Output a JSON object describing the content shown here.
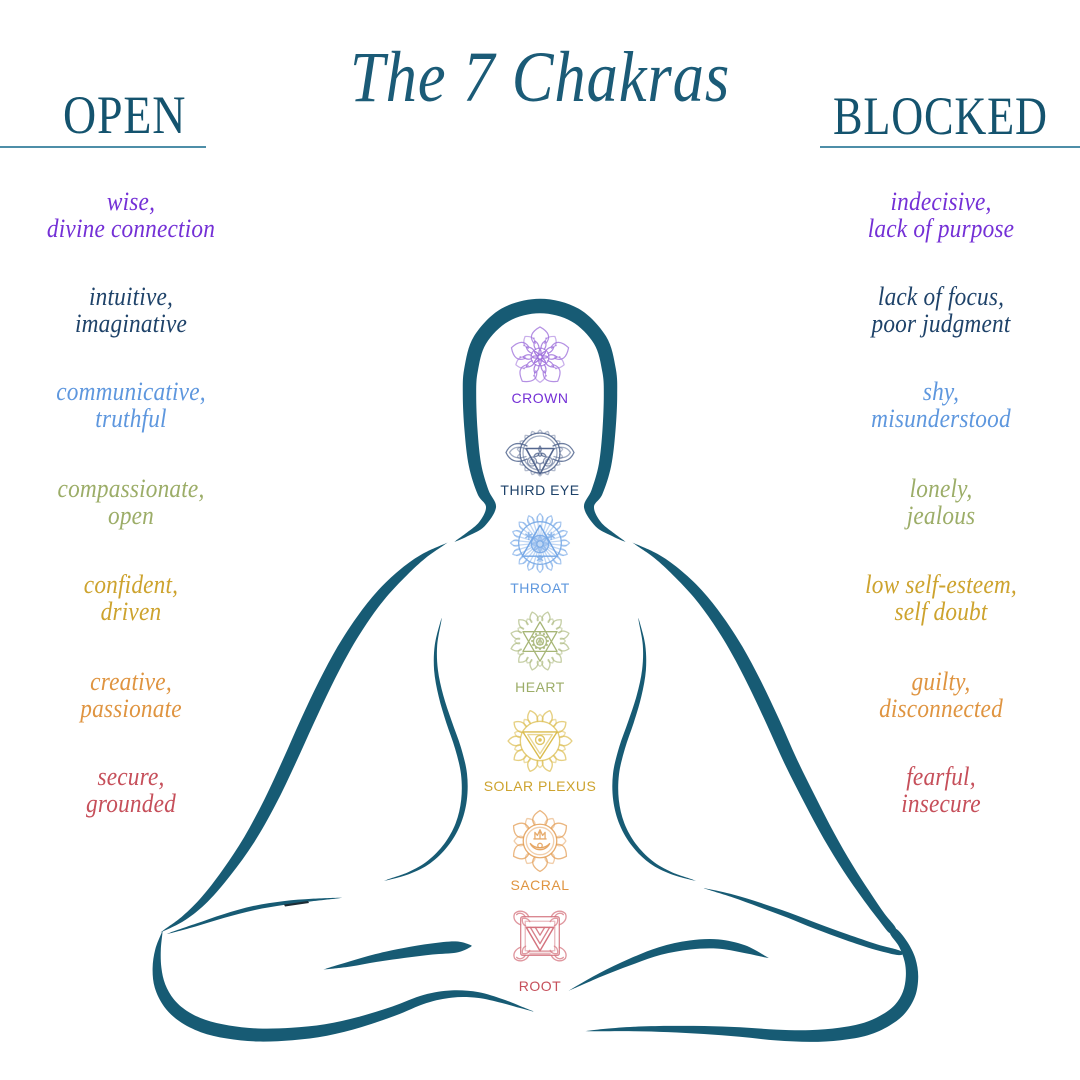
{
  "title": "The 7 Chakras",
  "title_color": "#1B5B77",
  "columns": {
    "open": {
      "heading": "OPEN"
    },
    "blocked": {
      "heading": "BLOCKED"
    }
  },
  "figure": {
    "description": "meditating person in lotus pose",
    "stroke_color": "#175B74"
  },
  "heading_color": "#14536E",
  "underline_color": "#4E8EA8",
  "chakras": [
    {
      "id": "crown",
      "label": "CROWN",
      "color": "#7430D6",
      "symbol_color": "#9B6BDA",
      "open": [
        "wise,",
        "divine connection"
      ],
      "blocked": [
        "indecisive,",
        "lack of purpose"
      ]
    },
    {
      "id": "third-eye",
      "label": "THIRD EYE",
      "color": "#1E4269",
      "symbol_color": "#54678F",
      "open": [
        "intuitive,",
        "imaginative"
      ],
      "blocked": [
        "lack of focus,",
        "poor judgment"
      ]
    },
    {
      "id": "throat",
      "label": "THROAT",
      "color": "#5E97DE",
      "symbol_color": "#74A7E6",
      "open": [
        "communicative,",
        "truthful"
      ],
      "blocked": [
        "shy,",
        "misunderstood"
      ]
    },
    {
      "id": "heart",
      "label": "HEART",
      "color": "#9CAD68",
      "symbol_color": "#A7B677",
      "open": [
        "compassionate,",
        "open"
      ],
      "blocked": [
        "lonely,",
        "jealous"
      ]
    },
    {
      "id": "solar-plexus",
      "label": "SOLAR PLEXUS",
      "color": "#CDA32E",
      "symbol_color": "#DBBC4E",
      "open": [
        "confident,",
        "driven"
      ],
      "blocked": [
        "low self-esteem,",
        "self doubt"
      ]
    },
    {
      "id": "sacral",
      "label": "SACRAL",
      "color": "#DF9440",
      "symbol_color": "#E39D55",
      "open": [
        "creative,",
        "passionate"
      ],
      "blocked": [
        "guilty,",
        "disconnected"
      ]
    },
    {
      "id": "root",
      "label": "ROOT",
      "color": "#C64F5A",
      "symbol_color": "#D4737E",
      "open": [
        "secure,",
        "grounded"
      ],
      "blocked": [
        "fearful,",
        "insecure"
      ]
    }
  ]
}
